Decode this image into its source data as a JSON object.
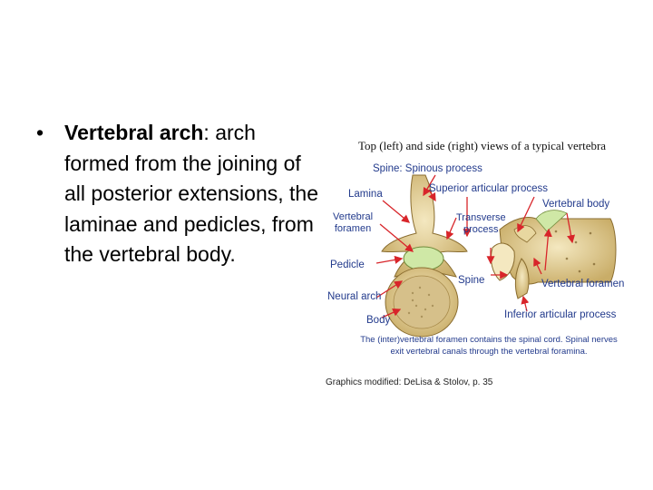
{
  "bullet": {
    "term": "Vertebral arch",
    "rest": ": arch formed from the joining of all posterior extensions, the laminae and pedicles, from the vertebral body."
  },
  "figure": {
    "title": "Top (left) and side (right) views of a typical vertebra",
    "labels": {
      "spine_top": "Spine: Spinous process",
      "superior_articular": "Superior articular process",
      "lamina": "Lamina",
      "vertebral_body": "Vertebral body",
      "vertebral_foramen_left_1": "Vertebral",
      "vertebral_foramen_left_2": "foramen",
      "transverse_1": "Transverse",
      "transverse_2": "process",
      "pedicle": "Pedicle",
      "spine_side": "Spine",
      "vertebral_foramen_right": "Vertebral foramen",
      "neural_arch": "Neural arch",
      "inferior_articular": "Inferior articular process",
      "body": "Body"
    },
    "caption": "The (inter)vertebral foramen contains the spinal cord. Spinal nerves exit vertebral canals through the vertebral foramina.",
    "credit": "Graphics modified:  DeLisa & Stolov, p. 35",
    "colors": {
      "bone": "#e8d7a0",
      "bone_shadow": "#b89a55",
      "foramen": "#cfe8a6",
      "arrow": "#d8252a",
      "label": "#223a8c"
    }
  }
}
